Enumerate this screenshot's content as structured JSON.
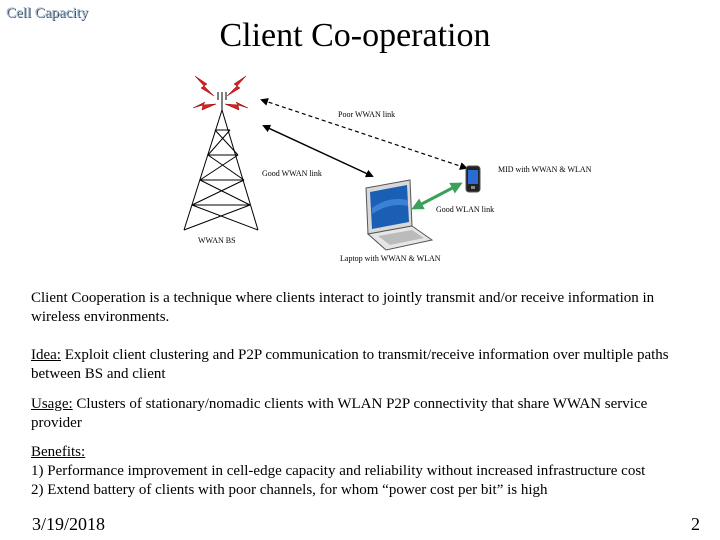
{
  "corner_label": "Cell Capacity",
  "title": "Client Co-operation",
  "diagram": {
    "poor_link": "Poor WWAN link",
    "mid_label": "MID with WWAN & WLAN",
    "good_wwan_link": "Good WWAN link",
    "good_wlan_link": "Good WLAN link",
    "bs_label": "WWAN BS",
    "laptop_label": "Laptop with WWAN & WLAN",
    "colors": {
      "wlan_arrow": "#3aa05a",
      "tower_flash": "#e02020",
      "laptop_screen": "#1a5fb4"
    }
  },
  "body": {
    "intro": "Client Cooperation is a technique where clients interact to jointly transmit and/or receive information in wireless environments.",
    "idea_heading": "Idea:",
    "idea_text": " Exploit client clustering and P2P communication to transmit/receive information over multiple paths between BS and client",
    "usage_heading": "Usage:",
    "usage_text": " Clusters of stationary/nomadic clients with WLAN P2P connectivity that share WWAN service provider",
    "benefits_heading": "Benefits:",
    "benefit_1": "1) Performance improvement in cell-edge capacity and reliability without increased infrastructure cost",
    "benefit_2": "2) Extend battery of clients with poor channels, for whom “power cost per bit” is high"
  },
  "footer": {
    "date": "3/19/2018",
    "page": "2"
  }
}
